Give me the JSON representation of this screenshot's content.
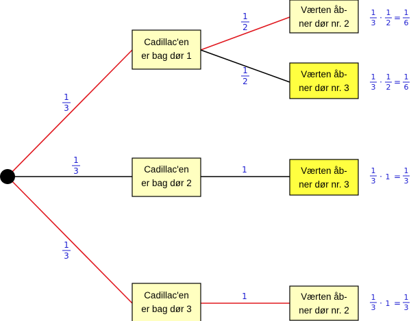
{
  "colors": {
    "red_edge": "#e0181f",
    "black_edge": "#000000",
    "box_fill_light": "#ffffc0",
    "box_fill_highlight": "#ffff40",
    "box_stroke": "#000000",
    "probability_text": "#1b1bd0"
  },
  "nodes": {
    "car_1": {
      "line1": "Cadillac'en",
      "line2": "er bag dør 1"
    },
    "car_2": {
      "line1": "Cadillac'en",
      "line2": "er bag dør 2"
    },
    "car_3": {
      "line1": "Cadillac'en",
      "line2": "er bag dør 3"
    },
    "host_1a": {
      "line1": "Værten åb-",
      "line2": "ner dør nr. 2",
      "highlighted": false
    },
    "host_1b": {
      "line1": "Værten åb-",
      "line2": "ner dør nr. 3",
      "highlighted": true
    },
    "host_2": {
      "line1": "Værten åb-",
      "line2": "ner dør nr. 3",
      "highlighted": true
    },
    "host_3": {
      "line1": "Værten åb-",
      "line2": "ner dør nr. 2",
      "highlighted": false
    }
  },
  "edges": {
    "root_car_1": {
      "num": "1",
      "den": "3",
      "color": "red"
    },
    "root_car_2": {
      "num": "1",
      "den": "3",
      "color": "black"
    },
    "root_car_3": {
      "num": "1",
      "den": "3",
      "color": "red"
    },
    "car_1_host_1a": {
      "num": "1",
      "den": "2",
      "color": "red"
    },
    "car_1_host_1b": {
      "num": "1",
      "den": "2",
      "color": "black"
    },
    "car_2_host_2": {
      "value": "1",
      "color": "black"
    },
    "car_3_host_3": {
      "value": "1",
      "color": "red"
    }
  },
  "results": {
    "r1": {
      "a_num": "1",
      "a_den": "3",
      "b_num": "1",
      "b_den": "2",
      "c_num": "1",
      "c_den": "6"
    },
    "r2": {
      "a_num": "1",
      "a_den": "3",
      "b_num": "1",
      "b_den": "2",
      "c_num": "1",
      "c_den": "6"
    },
    "r3": {
      "a_num": "1",
      "a_den": "3",
      "b": "1",
      "c_num": "1",
      "c_den": "3"
    },
    "r4": {
      "a_num": "1",
      "a_den": "3",
      "b": "1",
      "c_num": "1",
      "c_den": "3"
    }
  },
  "symbols": {
    "dot": "·",
    "equals": "="
  }
}
